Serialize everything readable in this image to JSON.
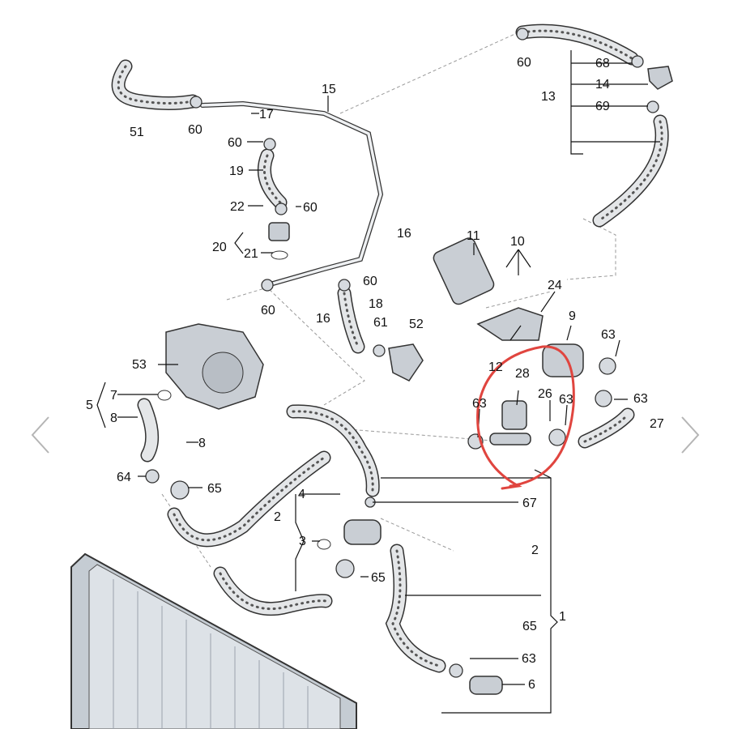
{
  "callouts": [
    "60",
    "68",
    "14",
    "13",
    "69",
    "51",
    "60",
    "17",
    "15",
    "60",
    "19",
    "22",
    "60",
    "16",
    "20",
    "21",
    "11",
    "10",
    "60",
    "60",
    "18",
    "16",
    "61",
    "52",
    "24",
    "9",
    "63",
    "53",
    "12",
    "28",
    "26",
    "63",
    "63",
    "63",
    "27",
    "7",
    "5",
    "8",
    "8",
    "64",
    "65",
    "4",
    "2",
    "67",
    "3",
    "65",
    "2",
    "65",
    "1",
    "63",
    "6"
  ],
  "annotation_color": "#e0453f",
  "nav": {
    "prev": "previous-image",
    "next": "next-image"
  }
}
